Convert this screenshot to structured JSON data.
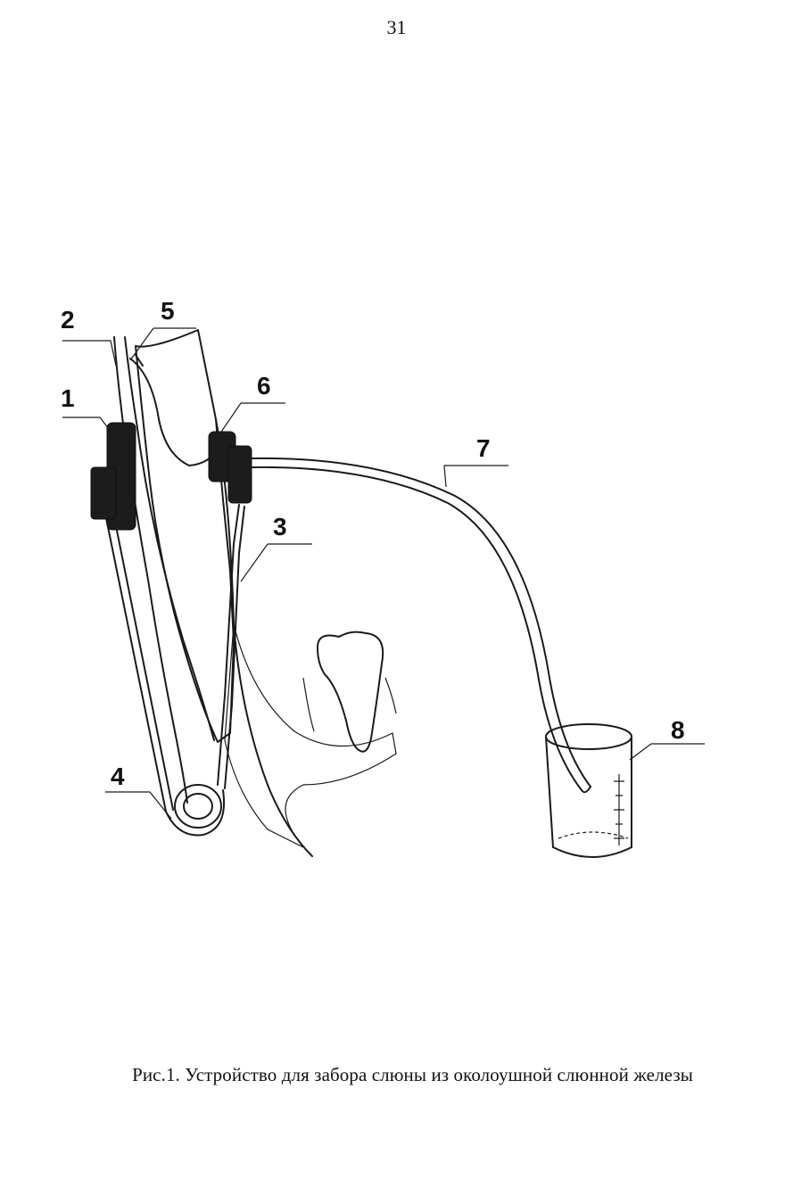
{
  "page_number": "31",
  "caption": "Рис.1. Устройство для забора слюны из околоушной слюнной железы",
  "labels": [
    "1",
    "2",
    "3",
    "4",
    "5",
    "6",
    "7",
    "8"
  ]
}
